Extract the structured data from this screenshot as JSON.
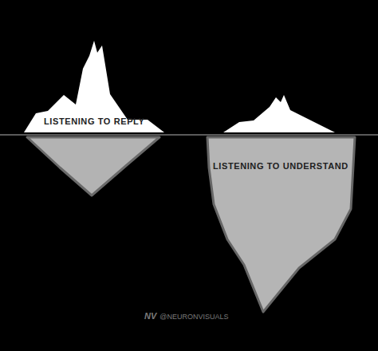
{
  "diagram": {
    "nodes": [
      {
        "text": [
          "LISTENING TO REPLY"
        ]
      },
      {
        "text": [
          "LISTENING TO UNDERSTAND"
        ]
      }
    ],
    "labels": [
      "NV",
      "@NEURONVISUALS"
    ]
  }
}
